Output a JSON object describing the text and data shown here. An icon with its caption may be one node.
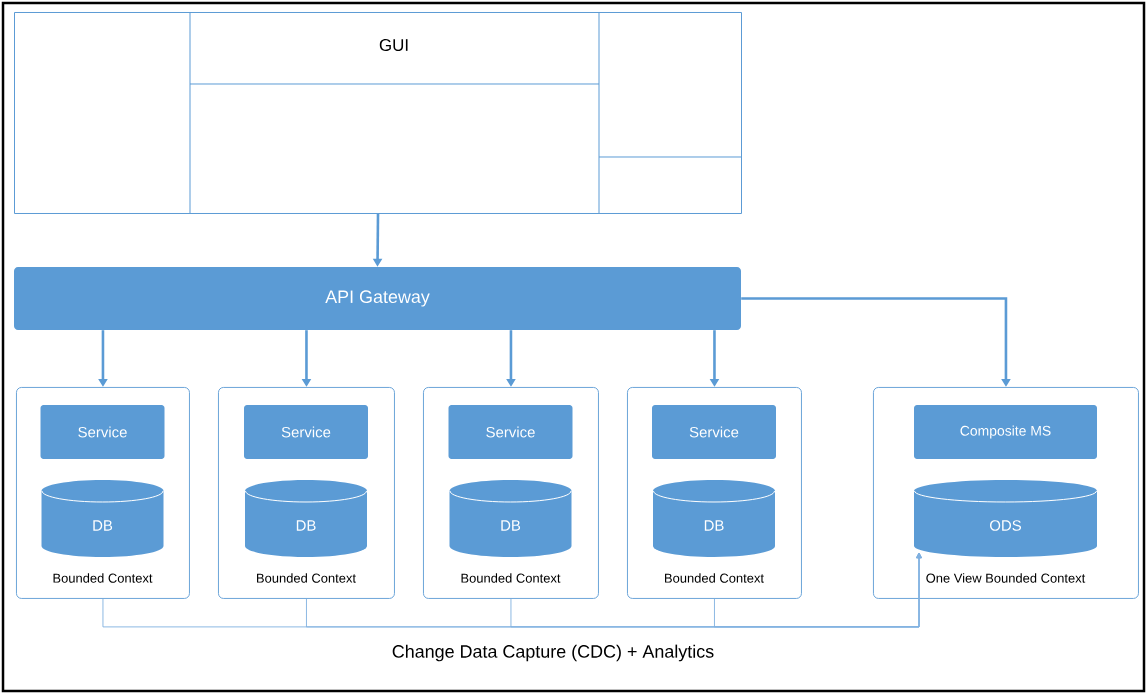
{
  "diagram": {
    "nodes": [
      {
        "text": [
          "GUI"
        ]
      },
      {
        "text": [
          "API Gateway"
        ]
      },
      {
        "text": [
          "Bounded Context"
        ]
      },
      {
        "text": [
          "Service"
        ],
        "in": 2
      },
      {
        "text": [
          "DB"
        ],
        "in": 2
      },
      {
        "text": [
          "Bounded Context"
        ]
      },
      {
        "text": [
          "Service"
        ],
        "in": 5
      },
      {
        "text": [
          "DB"
        ],
        "in": 5
      },
      {
        "text": [
          "Bounded Context"
        ]
      },
      {
        "text": [
          "Service"
        ],
        "in": 8
      },
      {
        "text": [
          "DB"
        ],
        "in": 8
      },
      {
        "text": [
          "Bounded Context"
        ]
      },
      {
        "text": [
          "Service"
        ],
        "in": 11
      },
      {
        "text": [
          "DB"
        ],
        "in": 11
      },
      {
        "text": [
          "One View Bounded Context"
        ]
      },
      {
        "text": [
          "Composite MS"
        ],
        "in": 14
      },
      {
        "text": [
          "ODS"
        ],
        "in": 14
      }
    ],
    "edges": [
      {
        "from": 0,
        "to": 1,
        "arrow": "to"
      },
      {
        "from": 1,
        "to": 2,
        "arrow": "to"
      },
      {
        "from": 1,
        "to": 5,
        "arrow": "to"
      },
      {
        "from": 1,
        "to": 8,
        "arrow": "to"
      },
      {
        "from": 1,
        "to": 11,
        "arrow": "to"
      },
      {
        "from": 1,
        "to": 14,
        "arrow": "to"
      },
      {
        "from": 2,
        "to": 16,
        "arrow": "to",
        "color": "#7fb0e0"
      },
      {
        "from": 5,
        "to": 16,
        "arrow": "to",
        "color": "#7fb0e0"
      },
      {
        "from": 8,
        "to": 16,
        "arrow": "to",
        "color": "#7fb0e0"
      },
      {
        "from": 11,
        "to": 16,
        "arrow": "to",
        "color": "#7fb0e0"
      }
    ],
    "labels": [
      "Change Data Capture (CDC) + Analytics"
    ]
  }
}
